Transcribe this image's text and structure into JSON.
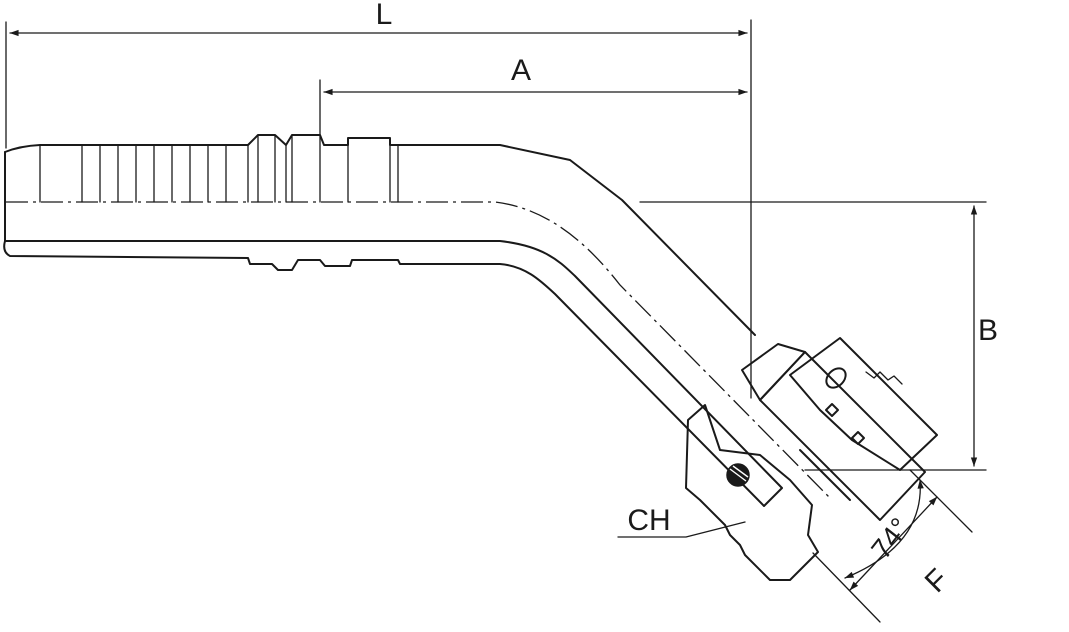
{
  "labels": {
    "overall_length": "L",
    "insertion_length": "A",
    "offset": "B",
    "hex_size": "CH",
    "seat_angle": "74°",
    "thread_size": "F"
  },
  "colors": {
    "line": "#1a1a1a",
    "background": "#ffffff"
  }
}
